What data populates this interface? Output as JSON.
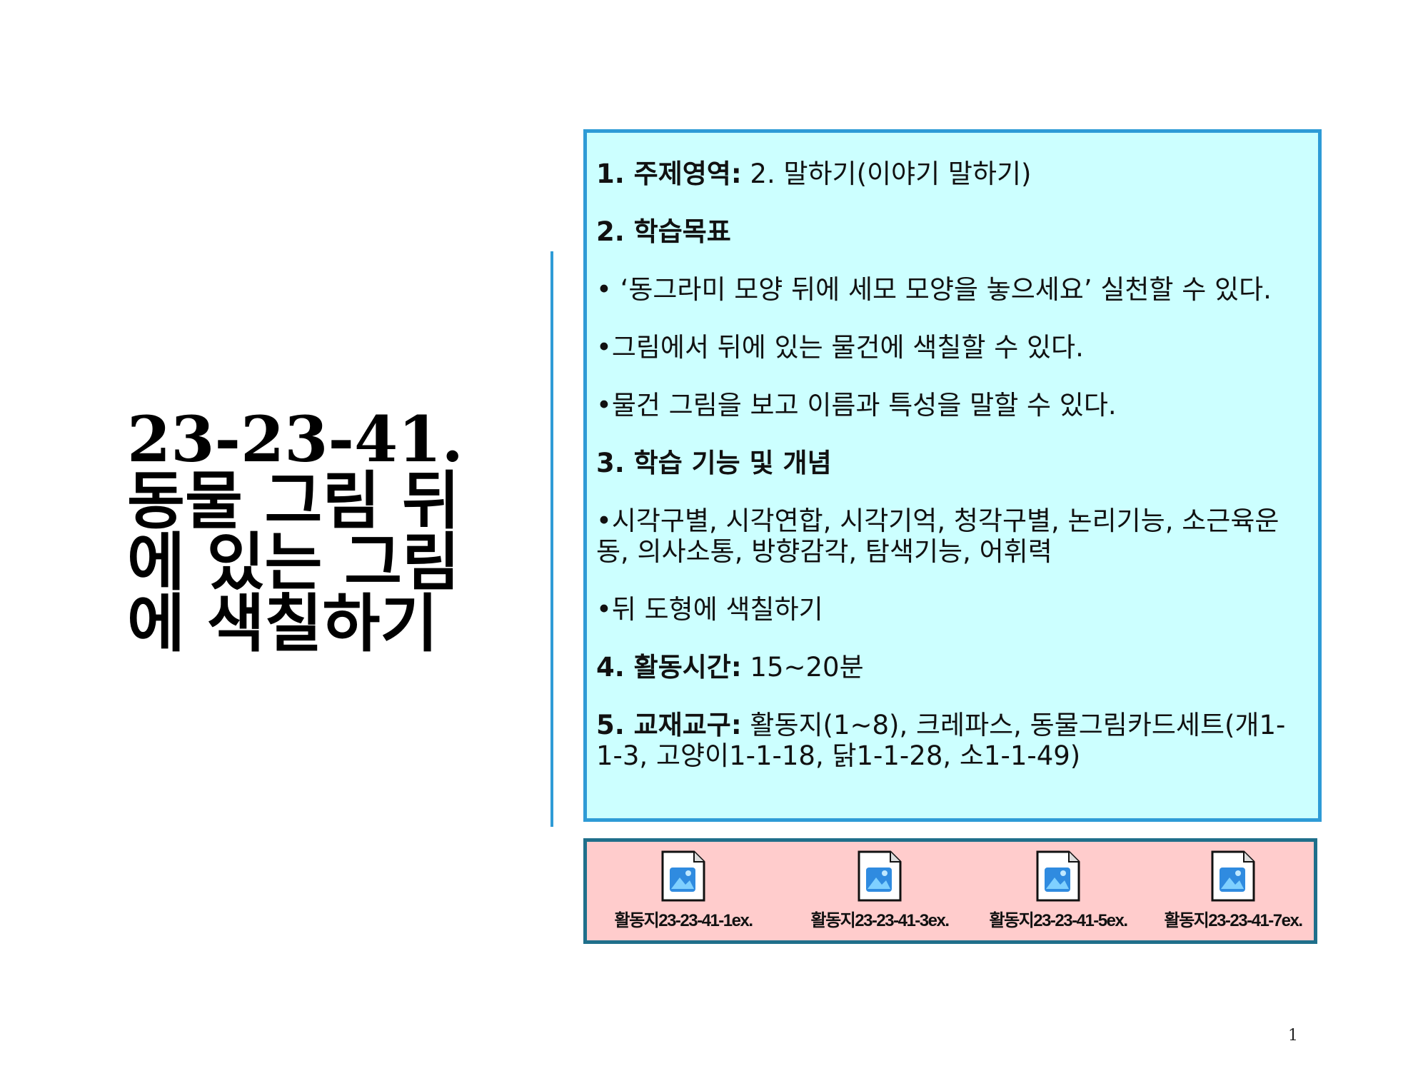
{
  "slide": {
    "title_lines": [
      "23-23-41.",
      "동물 그림 뒤",
      "에 있는 그림",
      "에 색칠하기"
    ],
    "page_number": "1"
  },
  "info": {
    "section1_label": "1. 주제영역:",
    "section1_value": " 2. 말하기(이야기 말하기)",
    "section2_heading": "2. 학습목표",
    "goals": [
      "• ‘동그라미 모양 뒤에 세모 모양을 놓으세요’ 실천할 수 있다.",
      "•그림에서 뒤에 있는 물건에 색칠할 수 있다.",
      "•물건 그림을 보고 이름과 특성을 말할 수 있다."
    ],
    "section3_heading": "3. 학습 기능 및 개념",
    "concepts": [
      "•시각구별, 시각연합, 시각기억, 청각구별, 논리기능, 소근육운동, 의사소통, 방향감각, 탐색기능, 어휘력",
      "•뒤 도형에 색칠하기"
    ],
    "section4_label": "4. 활동시간:",
    "section4_value": " 15~20분",
    "section5_label": "5. 교재교구:",
    "section5_value": " 활동지(1~8), 크레파스, 동물그림카드세트(개1-1-3, 고양이1-1-18, 닭1-1-28, 소1-1-49)"
  },
  "files": [
    {
      "label": "활동지23-23-41-1ex.",
      "icon": "image-file-icon"
    },
    {
      "label": "활동지23-23-41-3ex.",
      "icon": "image-file-icon"
    },
    {
      "label": "활동지23-23-41-5ex.",
      "icon": "image-file-icon"
    },
    {
      "label": "활동지23-23-41-7ex.",
      "icon": "image-file-icon"
    }
  ],
  "colors": {
    "info_background": "#ccffff",
    "info_border": "#2e9bd6",
    "files_background": "#ffcccc",
    "files_border": "#1f6f8b",
    "divider": "#2e9bd6"
  }
}
